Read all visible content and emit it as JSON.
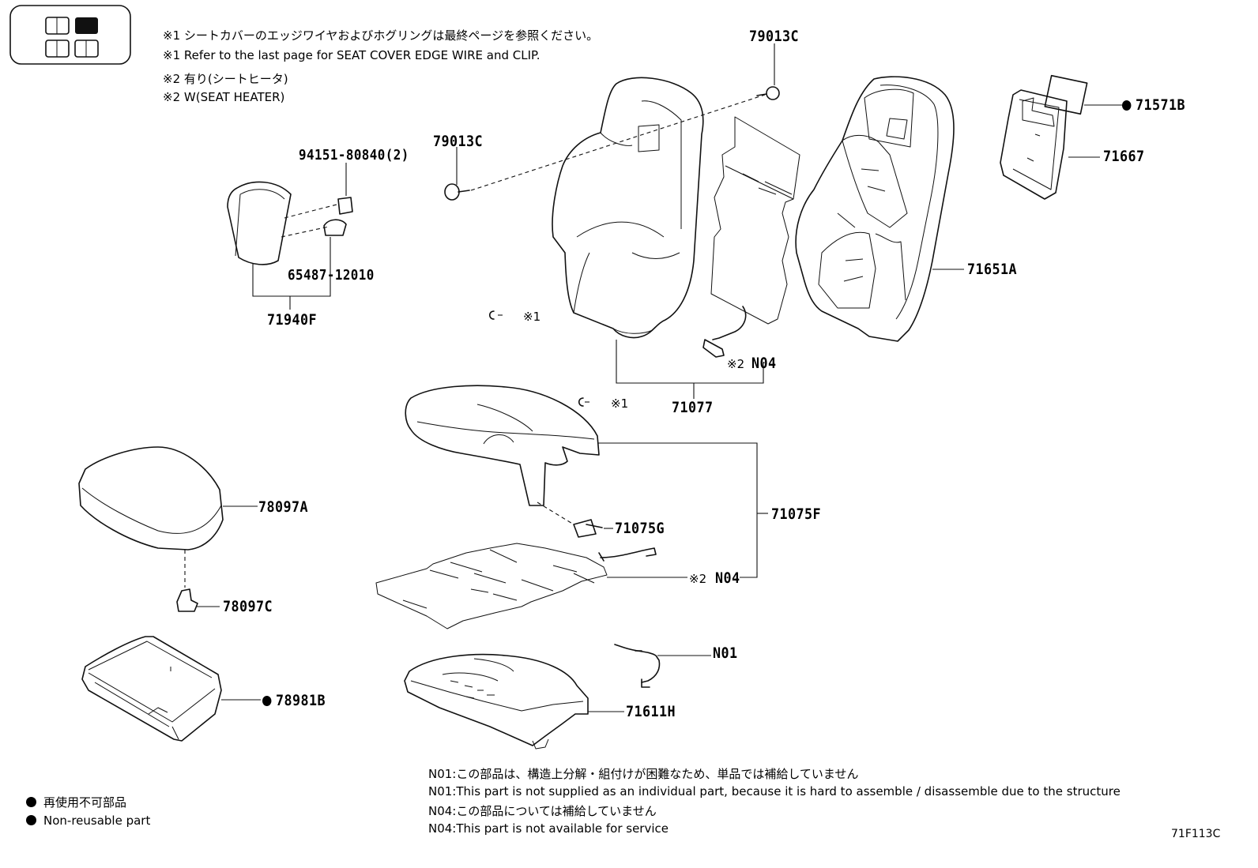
{
  "notes": [
    "※1 シートカバーのエッジワイヤおよびホグリングは最終ページを参照ください。",
    "※1 Refer to the last page for SEAT COVER EDGE WIRE and CLIP.",
    "※2 有り(シートヒータ)",
    "※2 W(SEAT HEATER)"
  ],
  "parts": {
    "p79013c_top": "79013C",
    "p71571b": "71571B",
    "p71667": "71667",
    "p79013c_left": "79013C",
    "p94151": "94151-80840(2)",
    "p65487": "65487-12010",
    "p71940f": "71940F",
    "p71651a": "71651A",
    "mark1_back": "※1",
    "p_n04_back_mark": "※2",
    "p_n04_back": "N04",
    "p71077": "71077",
    "mark1_seat": "※1",
    "p78097a": "78097A",
    "p71075g": "71075G",
    "p71075f": "71075F",
    "p_n04_seat_mark": "※2",
    "p_n04_seat": "N04",
    "p78097c": "78097C",
    "p_n01": "N01",
    "p78981b": "78981B",
    "p71611h": "71611H"
  },
  "footnotes": [
    "N01:この部品は、構造上分解・組付けが困難なため、単品では補給していません",
    "N01:This part is not supplied as an individual part, because it is hard to assemble / disassemble due to the structure",
    "N04:この部品については補給していません",
    "N04:This part is not available for service"
  ],
  "legend": [
    "再使用不可部品",
    "Non-reusable part"
  ],
  "figure_code": "71F113C",
  "icons": [
    "seat-position-selector-icon",
    "non-reusable-part-dot-icon"
  ]
}
